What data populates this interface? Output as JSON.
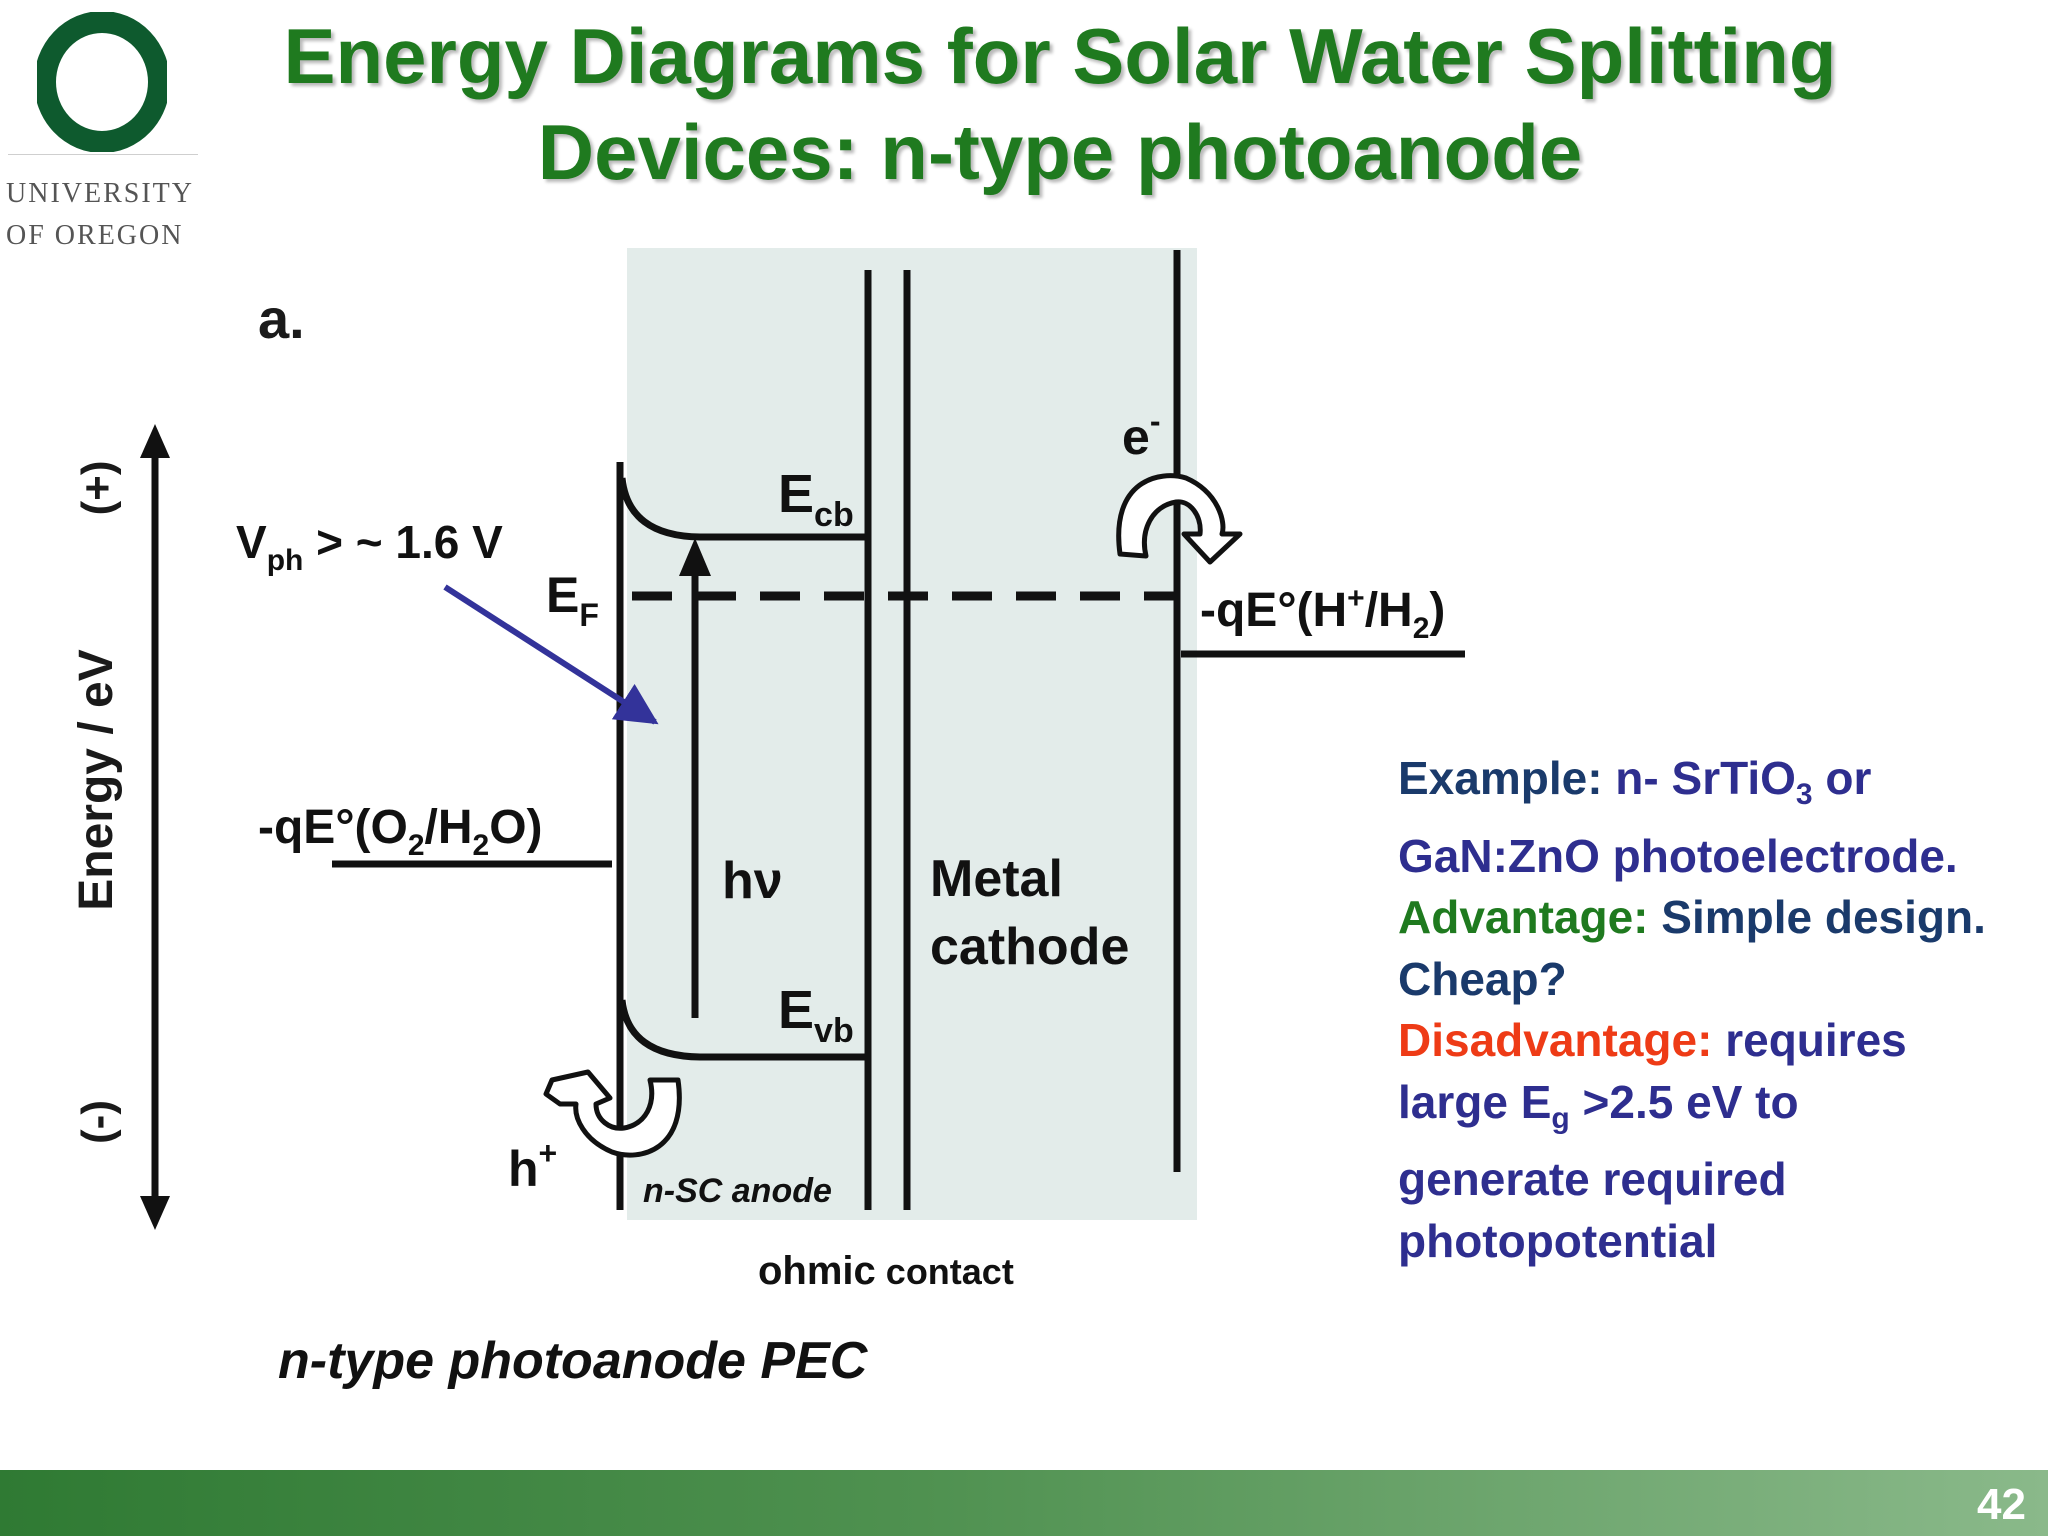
{
  "slide": {
    "title_line1": "Energy Diagrams for Solar Water Splitting",
    "title_line2": "Devices: n-type photoanode",
    "page_number": "42"
  },
  "logo": {
    "line1": "UNIVERSITY",
    "line2": "OF OREGON"
  },
  "diagram": {
    "panel_label": "a.",
    "axis_label": "Energy / eV",
    "axis_plus": "(+)",
    "axis_minus": "(-)",
    "vph_main": "V",
    "vph_sub": "ph",
    "vph_rest": " > ~ 1.6 V",
    "ecb_main": "E",
    "ecb_sub": "cb",
    "evb_main": "E",
    "evb_sub": "vb",
    "ef_main": "E",
    "ef_sub": "F",
    "o2_part1": "-qE°(O",
    "o2_sub1": "2",
    "o2_part2": "/H",
    "o2_sub2": "2",
    "o2_part3": "O)",
    "h2_part1": "-qE°(H",
    "h2_sup": "+",
    "h2_part2": "/H",
    "h2_sub": "2",
    "h2_part3": ")",
    "hv": "hν",
    "metal_line1": "Metal",
    "metal_line2": "cathode",
    "electron_main": "e",
    "electron_sup": "-",
    "hole_main": "h",
    "hole_sup": "+",
    "nsc_label": "n-SC anode",
    "ohmic_bold": "ohmic",
    "ohmic_rest": " contact",
    "caption": "n-type photoanode PEC"
  },
  "notes": {
    "example_label": "Example:",
    "example_text1": " n- SrTiO",
    "example_sub": "3",
    "example_text2": " or GaN:ZnO photoelectrode.",
    "advantage_label": "Advantage:",
    "advantage_text": " Simple design. Cheap?",
    "disadvantage_label": "Disadvantage:",
    "disadvantage_text1": " requires large E",
    "disadvantage_sub": "g",
    "disadvantage_text2": " >2.5 eV to generate required photopotential"
  },
  "colors": {
    "title_green": "#1f7a1f",
    "panel_bg": "#e3ecea",
    "arrow_blue": "#33339a",
    "note_blue": "#2e2e8f",
    "note_green": "#1f7a1f",
    "note_red": "#ee3b16"
  }
}
